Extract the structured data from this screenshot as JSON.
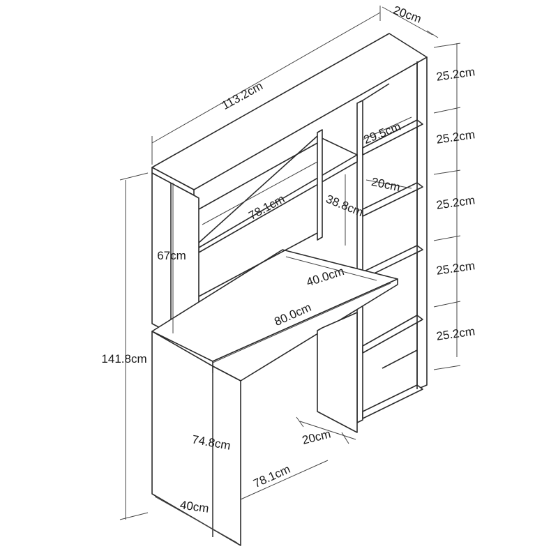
{
  "dimensions": {
    "total_width": "113.2cm",
    "depth_top": "20cm",
    "total_height": "141.8cm",
    "hutch_height": "67cm",
    "inner_shelf_width": "78.1cm",
    "inner_shelf_height": "38.8cm",
    "desk_depth": "40.0cm",
    "desk_width": "80.0cm",
    "shelf_height_1": "25.2cm",
    "shelf_height_2": "25.2cm",
    "shelf_height_3": "25.2cm",
    "shelf_height_4": "25.2cm",
    "shelf_height_5": "25.2cm",
    "shelf_width": "29.5cm",
    "shelf_depth": "20cm",
    "desk_height": "74.8cm",
    "base_width": "78.1cm",
    "leg_depth": "40cm",
    "divider_depth": "20cm"
  },
  "colors": {
    "line": "#2b2b2b",
    "background": "#ffffff"
  }
}
